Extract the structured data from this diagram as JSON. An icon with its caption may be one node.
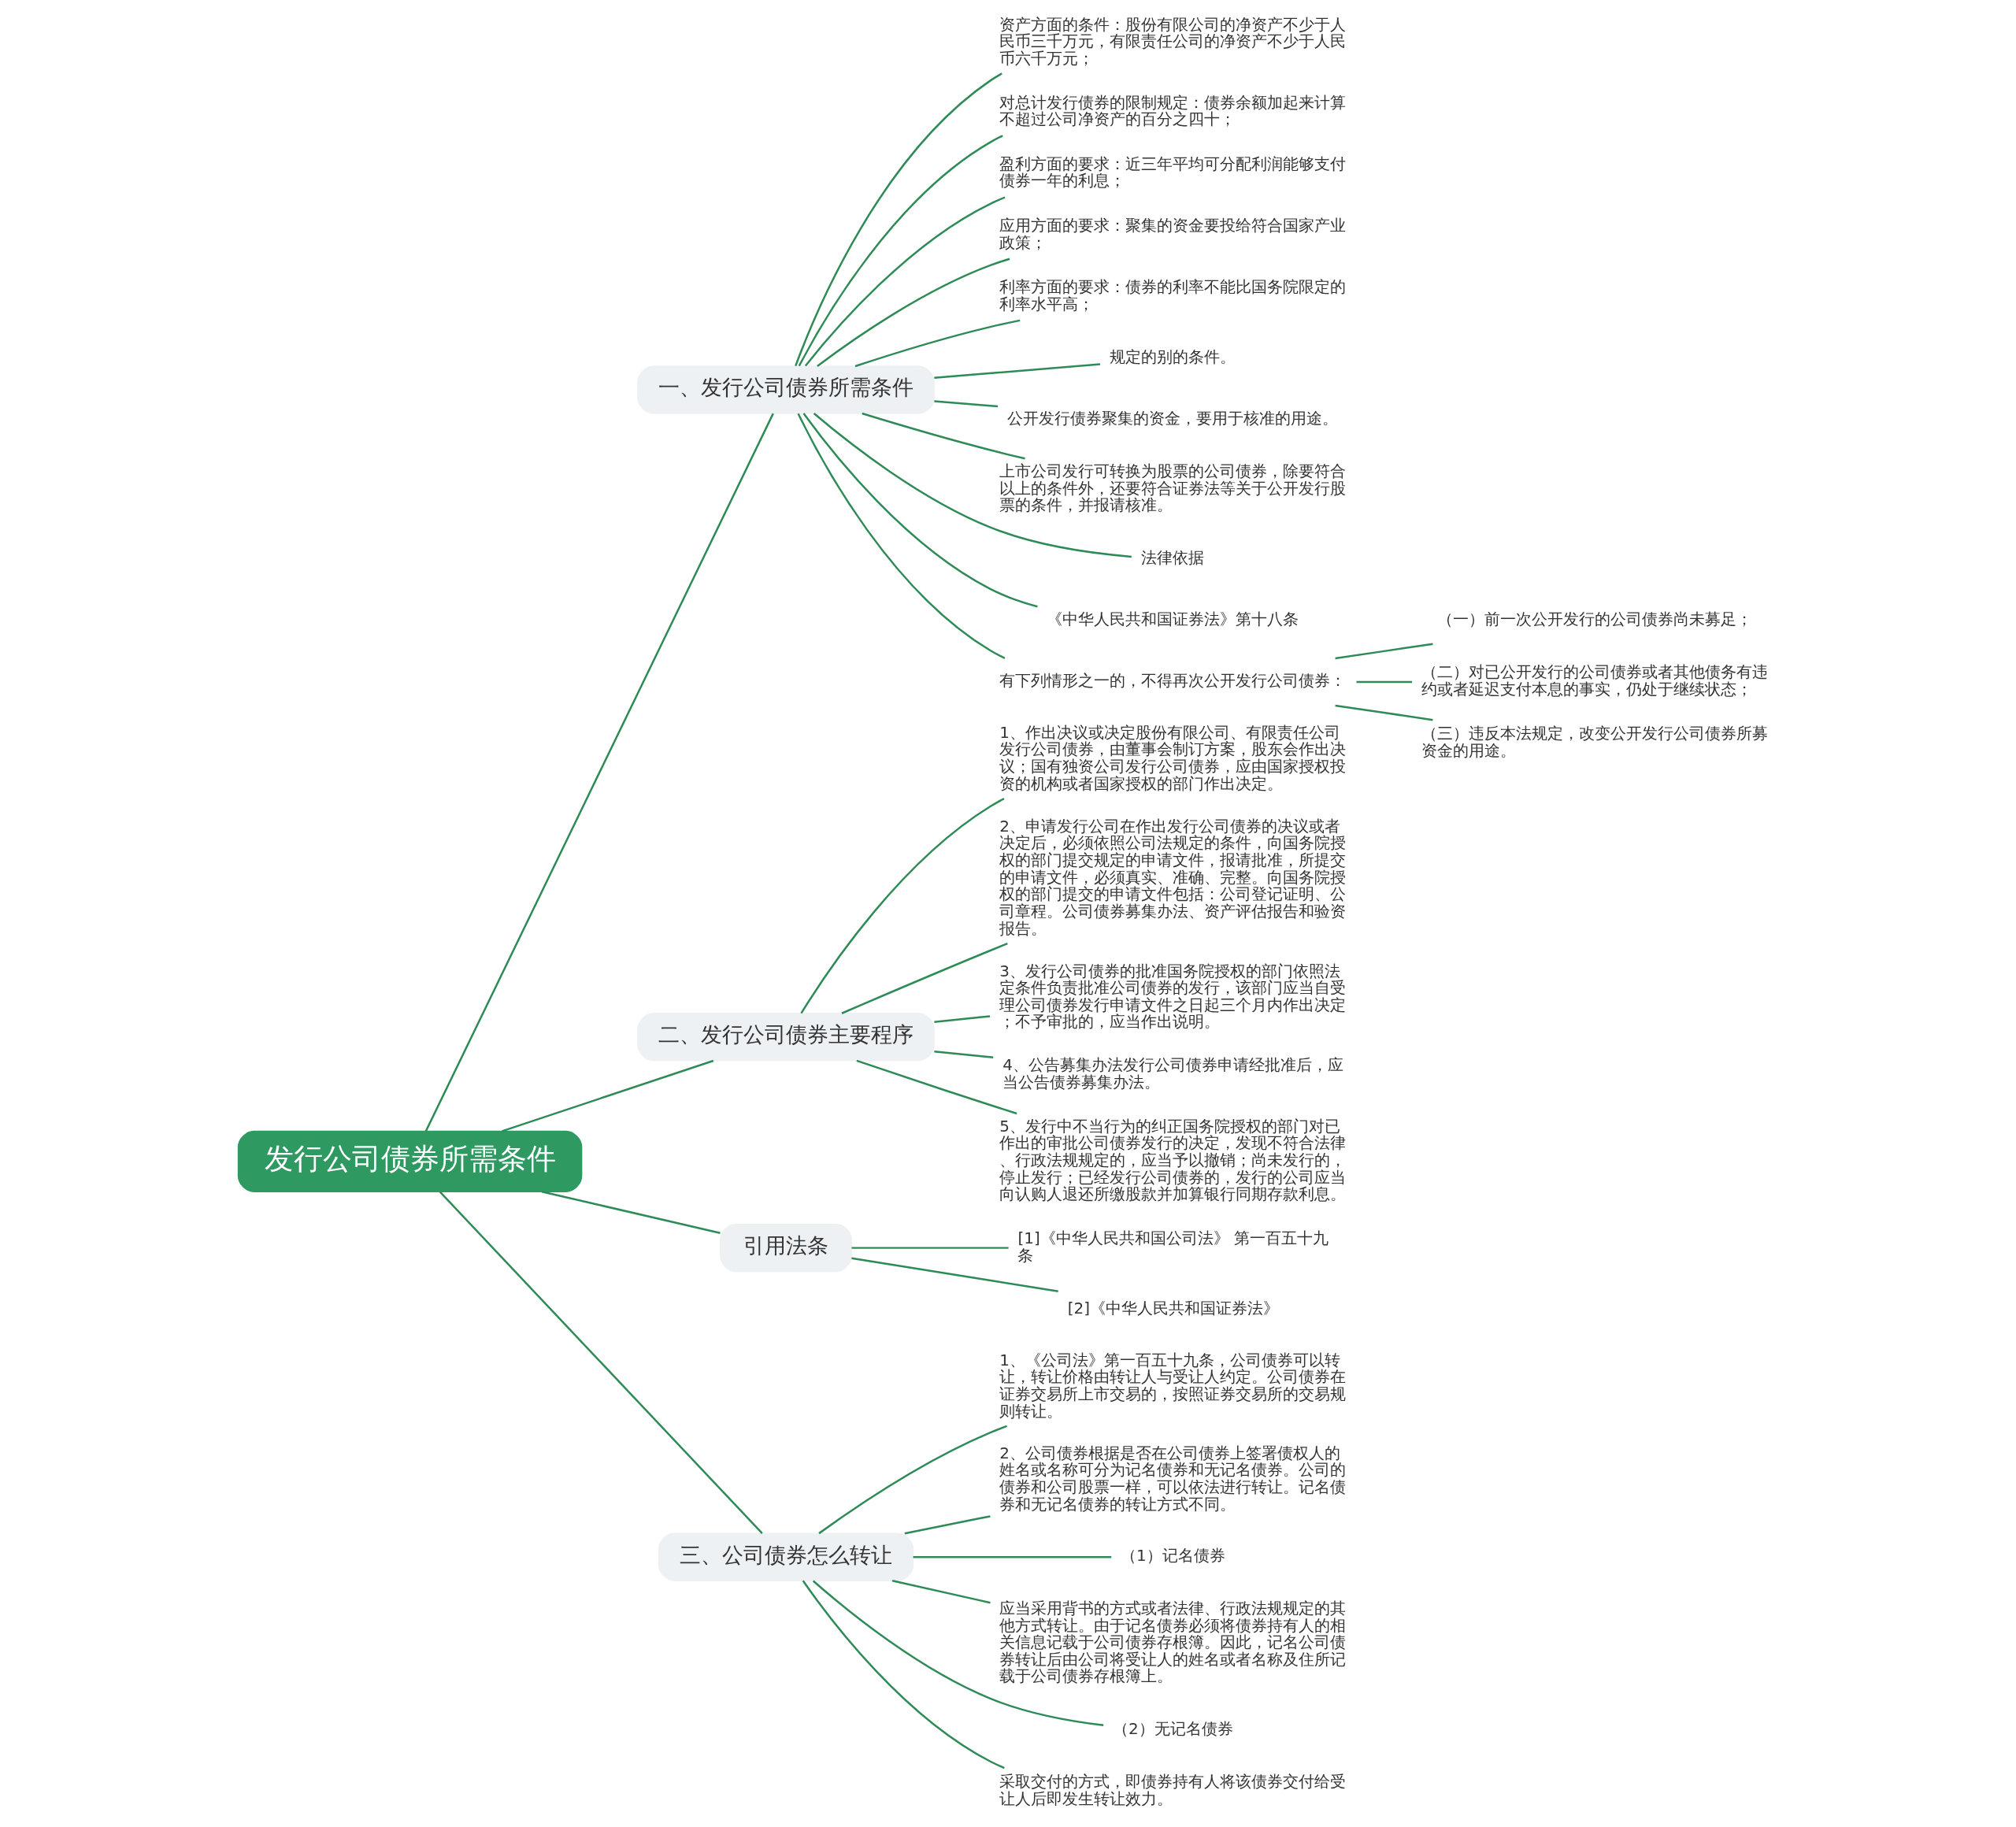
{
  "diagram": {
    "nodes": [
      {
        "text": [
          "发行公司债券所需条件"
        ]
      },
      {
        "text": [
          "一、发行公司债券所需条件"
        ]
      },
      {
        "text": [
          "资产方面的条件：股份有限公司的净资产不少于人民币三千万元，有限责任公司的净资产不少于人民币六千万元；"
        ]
      },
      {
        "text": [
          "对总计发行债券的限制规定：债券余额加起来计算不超过公司净资产的百分之四十；"
        ]
      },
      {
        "text": [
          "盈利方面的要求：近三年平均可分配利润能够支付债券一年的利息；"
        ]
      },
      {
        "text": [
          "应用方面的要求：聚集的资金要投给符合国家产业政策；"
        ]
      },
      {
        "text": [
          "利率方面的要求：债券的利率不能比国务院限定的利率水平高；"
        ]
      },
      {
        "text": [
          "规定的别的条件。"
        ]
      },
      {
        "text": [
          "公开发行债券聚集的资金，要用于核准的用途。"
        ]
      },
      {
        "text": [
          "上市公司发行可转换为股票的公司债券，除要符合以上的条件外，还要符合证券法等关于公开发行股票的条件，并报请核准。"
        ]
      },
      {
        "text": [
          "法律依据"
        ]
      },
      {
        "text": [
          "《中华人民共和国证券法》第十八条"
        ]
      },
      {
        "text": [
          "有下列情形之一的，不得再次公开发行公司债券："
        ]
      },
      {
        "text": [
          "（一）前一次公开发行的公司债券尚未募足；"
        ]
      },
      {
        "text": [
          "（二）对已公开发行的公司债券或者其他债务有违约或者延迟支付本息的事实，仍处于继续状态；"
        ]
      },
      {
        "text": [
          "（三）违反本法规定，改变公开发行公司债券所募资金的用途。"
        ]
      },
      {
        "text": [
          "二、发行公司债券主要程序"
        ]
      },
      {
        "text": [
          "1、作出决议或决定股份有限公司、有限责任公司发行公司债券，由董事会制订方案，股东会作出决议；国有独资公司发行公司债券，应由国家授权投资的机构或者国家授权的部门作出决定。"
        ]
      },
      {
        "text": [
          "2、申请发行公司在作出发行公司债券的决议或者决定后，必须依照公司法规定的条件，向国务院授权的部门提交规定的申请文件，报请批准，所提交的申请文件，必须真实、准确、完整。向国务院授权的部门提交的申请文件包括：公司登记证明、公司章程。公司债券募集办法、资产评估报告和验资报告。"
        ]
      },
      {
        "text": [
          "3、发行公司债券的批准国务院授权的部门依照法定条件负责批准公司债券的发行，该部门应当自受理公司债券发行申请文件之日起三个月内作出决定；不予审批的，应当作出说明。"
        ]
      },
      {
        "text": [
          "4、公告募集办法发行公司债券申请经批准后，应当公告债券募集办法。"
        ]
      },
      {
        "text": [
          "5、发行中不当行为的纠正国务院授权的部门对已作出的审批公司债券发行的决定，发现不符合法律、行政法规规定的，应当予以撤销；尚未发行的，停止发行；已经发行公司债券的，发行的公司应当向认购人退还所缴股款并加算银行同期存款利息。"
        ]
      },
      {
        "text": [
          "引用法条"
        ]
      },
      {
        "text": [
          "[1]《中华人民共和国公司法》 第一百五十九条"
        ]
      },
      {
        "text": [
          "[2]《中华人民共和国证券法》"
        ]
      },
      {
        "text": [
          "三、公司债券怎么转让"
        ]
      },
      {
        "text": [
          "1、《公司法》第一百五十九条，公司债券可以转让，转让价格由转让人与受让人约定。公司债券在证券交易所上市交易的，按照证券交易所的交易规则转让。"
        ]
      },
      {
        "text": [
          "2、公司债券根据是否在公司债券上签署债权人的姓名或名称可分为记名债券和无记名债券。公司的债券和公司股票一样，可以依法进行转让。记名债券和无记名债券的转让方式不同。"
        ]
      },
      {
        "text": [
          "（1）记名债券"
        ]
      },
      {
        "text": [
          "应当采用背书的方式或者法律、行政法规规定的其他方式转让。由于记名债券必须将债券持有人的相关信息记载于公司债券存根簿。因此，记名公司债券转让后由公司将受让人的姓名或者名称及住所记载于公司债券存根簿上。"
        ]
      },
      {
        "text": [
          "（2）无记名债券"
        ]
      },
      {
        "text": [
          "采取交付的方式，即债券持有人将该债券交付给受让人后即发生转让效力。"
        ]
      }
    ],
    "edges": [
      {
        "from": 0,
        "to": 1,
        "arrow": "none"
      },
      {
        "from": 1,
        "to": 2,
        "arrow": "none"
      },
      {
        "from": 1,
        "to": 3,
        "arrow": "none"
      },
      {
        "from": 1,
        "to": 4,
        "arrow": "none"
      },
      {
        "from": 1,
        "to": 5,
        "arrow": "none"
      },
      {
        "from": 1,
        "to": 6,
        "arrow": "none"
      },
      {
        "from": 1,
        "to": 7,
        "arrow": "none"
      },
      {
        "from": 1,
        "to": 8,
        "arrow": "none"
      },
      {
        "from": 1,
        "to": 9,
        "arrow": "none"
      },
      {
        "from": 1,
        "to": 10,
        "arrow": "none"
      },
      {
        "from": 1,
        "to": 11,
        "arrow": "none"
      },
      {
        "from": 1,
        "to": 12,
        "arrow": "none"
      },
      {
        "from": 12,
        "to": 13,
        "arrow": "none"
      },
      {
        "from": 12,
        "to": 14,
        "arrow": "none"
      },
      {
        "from": 12,
        "to": 15,
        "arrow": "none"
      },
      {
        "from": 0,
        "to": 16,
        "arrow": "none"
      },
      {
        "from": 16,
        "to": 17,
        "arrow": "none"
      },
      {
        "from": 16,
        "to": 18,
        "arrow": "none"
      },
      {
        "from": 16,
        "to": 19,
        "arrow": "none"
      },
      {
        "from": 16,
        "to": 20,
        "arrow": "none"
      },
      {
        "from": 16,
        "to": 21,
        "arrow": "none"
      },
      {
        "from": 0,
        "to": 22,
        "arrow": "none"
      },
      {
        "from": 22,
        "to": 23,
        "arrow": "none"
      },
      {
        "from": 22,
        "to": 24,
        "arrow": "none"
      },
      {
        "from": 0,
        "to": 25,
        "arrow": "none"
      },
      {
        "from": 25,
        "to": 26,
        "arrow": "none"
      },
      {
        "from": 25,
        "to": 27,
        "arrow": "none"
      },
      {
        "from": 25,
        "to": 28,
        "arrow": "none"
      },
      {
        "from": 25,
        "to": 29,
        "arrow": "none"
      },
      {
        "from": 25,
        "to": 30,
        "arrow": "none"
      },
      {
        "from": 25,
        "to": 31,
        "arrow": "none"
      }
    ]
  }
}
